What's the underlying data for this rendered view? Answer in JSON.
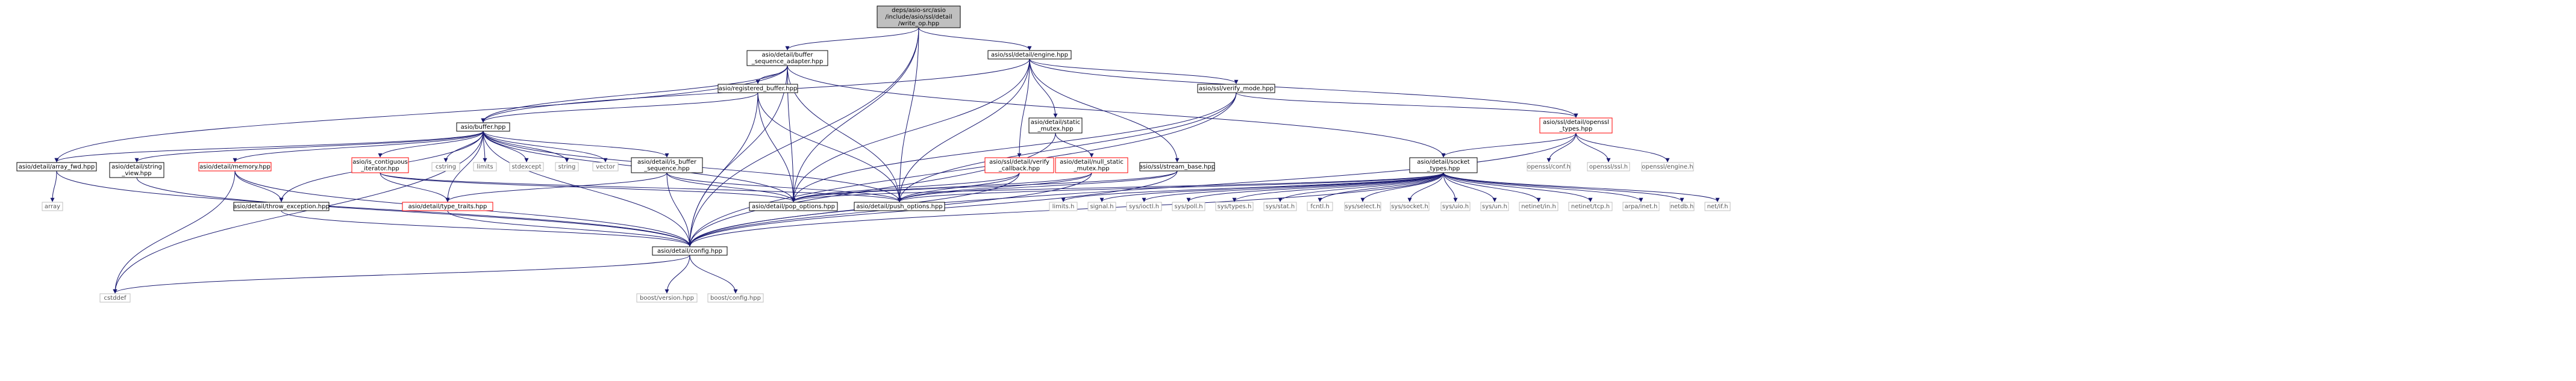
{
  "diagram": {
    "nodes": [
      {
        "id": "root",
        "lines": [
          "deps/asio-src/asio",
          "/include/asio/ssl/detail",
          "/write_op.hpp"
        ],
        "style": "root"
      },
      {
        "id": "buffer_sequence_adapter",
        "lines": [
          "asio/detail/buffer",
          "_sequence_adapter.hpp"
        ],
        "style": "normal"
      },
      {
        "id": "engine",
        "lines": [
          "asio/ssl/detail/engine.hpp"
        ],
        "style": "normal"
      },
      {
        "id": "registered_buffer",
        "lines": [
          "asio/registered_buffer.hpp"
        ],
        "style": "normal"
      },
      {
        "id": "verify_mode",
        "lines": [
          "asio/ssl/verify_mode.hpp"
        ],
        "style": "normal"
      },
      {
        "id": "buffer",
        "lines": [
          "asio/buffer.hpp"
        ],
        "style": "normal"
      },
      {
        "id": "static_mutex",
        "lines": [
          "asio/detail/static",
          "_mutex.hpp"
        ],
        "style": "normal"
      },
      {
        "id": "openssl_types",
        "lines": [
          "asio/ssl/detail/openssl",
          "_types.hpp"
        ],
        "style": "red"
      },
      {
        "id": "array_fwd",
        "lines": [
          "asio/detail/array_fwd.hpp"
        ],
        "style": "normal"
      },
      {
        "id": "string_view",
        "lines": [
          "asio/detail/string",
          "_view.hpp"
        ],
        "style": "normal"
      },
      {
        "id": "memory",
        "lines": [
          "asio/detail/memory.hpp"
        ],
        "style": "red"
      },
      {
        "id": "is_contiguous",
        "lines": [
          "asio/is_contiguous",
          "_iterator.hpp"
        ],
        "style": "red"
      },
      {
        "id": "cstring",
        "lines": [
          "cstring"
        ],
        "style": "gray"
      },
      {
        "id": "limits_a",
        "lines": [
          "limits"
        ],
        "style": "gray"
      },
      {
        "id": "stdexcept",
        "lines": [
          "stdexcept"
        ],
        "style": "gray"
      },
      {
        "id": "string",
        "lines": [
          "string"
        ],
        "style": "gray"
      },
      {
        "id": "vector",
        "lines": [
          "vector"
        ],
        "style": "gray"
      },
      {
        "id": "is_buffer_sequence",
        "lines": [
          "asio/detail/is_buffer",
          "_sequence.hpp"
        ],
        "style": "normal"
      },
      {
        "id": "verify_callback",
        "lines": [
          "asio/ssl/detail/verify",
          "_callback.hpp"
        ],
        "style": "red"
      },
      {
        "id": "null_static_mutex",
        "lines": [
          "asio/detail/null_static",
          "_mutex.hpp"
        ],
        "style": "red"
      },
      {
        "id": "stream_base",
        "lines": [
          "asio/ssl/stream_base.hpp"
        ],
        "style": "normal"
      },
      {
        "id": "socket_types",
        "lines": [
          "asio/detail/socket",
          "_types.hpp"
        ],
        "style": "normal"
      },
      {
        "id": "opensslconf",
        "lines": [
          "openssl/conf.h"
        ],
        "style": "gray"
      },
      {
        "id": "opensslssl",
        "lines": [
          "openssl/ssl.h"
        ],
        "style": "gray"
      },
      {
        "id": "opensslengine",
        "lines": [
          "openssl/engine.h"
        ],
        "style": "gray"
      },
      {
        "id": "array",
        "lines": [
          "array"
        ],
        "style": "gray"
      },
      {
        "id": "throw_exception",
        "lines": [
          "asio/detail/throw_exception.hpp"
        ],
        "style": "normal"
      },
      {
        "id": "type_traits",
        "lines": [
          "asio/detail/type_traits.hpp"
        ],
        "style": "red"
      },
      {
        "id": "pop_options",
        "lines": [
          "asio/detail/pop_options.hpp"
        ],
        "style": "normal"
      },
      {
        "id": "push_options",
        "lines": [
          "asio/detail/push_options.hpp"
        ],
        "style": "normal"
      },
      {
        "id": "limits_h",
        "lines": [
          "limits.h"
        ],
        "style": "gray"
      },
      {
        "id": "signal",
        "lines": [
          "signal.h"
        ],
        "style": "gray"
      },
      {
        "id": "sys_ioctl",
        "lines": [
          "sys/ioctl.h"
        ],
        "style": "gray"
      },
      {
        "id": "sys_poll",
        "lines": [
          "sys/poll.h"
        ],
        "style": "gray"
      },
      {
        "id": "sys_types",
        "lines": [
          "sys/types.h"
        ],
        "style": "gray"
      },
      {
        "id": "sys_stat",
        "lines": [
          "sys/stat.h"
        ],
        "style": "gray"
      },
      {
        "id": "fcntl",
        "lines": [
          "fcntl.h"
        ],
        "style": "gray"
      },
      {
        "id": "sys_select",
        "lines": [
          "sys/select.h"
        ],
        "style": "gray"
      },
      {
        "id": "sys_socket",
        "lines": [
          "sys/socket.h"
        ],
        "style": "gray"
      },
      {
        "id": "sys_uio",
        "lines": [
          "sys/uio.h"
        ],
        "style": "gray"
      },
      {
        "id": "sys_un",
        "lines": [
          "sys/un.h"
        ],
        "style": "gray"
      },
      {
        "id": "netinet_in",
        "lines": [
          "netinet/in.h"
        ],
        "style": "gray"
      },
      {
        "id": "netinet_tcp",
        "lines": [
          "netinet/tcp.h"
        ],
        "style": "gray"
      },
      {
        "id": "arpa_inet",
        "lines": [
          "arpa/inet.h"
        ],
        "style": "gray"
      },
      {
        "id": "netdb",
        "lines": [
          "netdb.h"
        ],
        "style": "gray"
      },
      {
        "id": "net_if",
        "lines": [
          "net/if.h"
        ],
        "style": "gray"
      },
      {
        "id": "config",
        "lines": [
          "asio/detail/config.hpp"
        ],
        "style": "normal"
      },
      {
        "id": "cstddef",
        "lines": [
          "cstddef"
        ],
        "style": "gray"
      },
      {
        "id": "boost_version",
        "lines": [
          "boost/version.hpp"
        ],
        "style": "gray"
      },
      {
        "id": "boost_config",
        "lines": [
          "boost/config.hpp"
        ],
        "style": "gray"
      }
    ],
    "edges": [
      [
        "root",
        "buffer_sequence_adapter"
      ],
      [
        "root",
        "engine"
      ],
      [
        "root",
        "pop_options"
      ],
      [
        "root",
        "push_options"
      ],
      [
        "root",
        "config"
      ],
      [
        "buffer_sequence_adapter",
        "registered_buffer"
      ],
      [
        "buffer_sequence_adapter",
        "buffer"
      ],
      [
        "buffer_sequence_adapter",
        "array_fwd"
      ],
      [
        "buffer_sequence_adapter",
        "pop_options"
      ],
      [
        "buffer_sequence_adapter",
        "push_options"
      ],
      [
        "buffer_sequence_adapter",
        "socket_types"
      ],
      [
        "buffer_sequence_adapter",
        "config"
      ],
      [
        "engine",
        "buffer"
      ],
      [
        "engine",
        "verify_mode"
      ],
      [
        "engine",
        "static_mutex"
      ],
      [
        "engine",
        "openssl_types"
      ],
      [
        "engine",
        "verify_callback"
      ],
      [
        "engine",
        "stream_base"
      ],
      [
        "engine",
        "pop_options"
      ],
      [
        "engine",
        "push_options"
      ],
      [
        "registered_buffer",
        "buffer"
      ],
      [
        "registered_buffer",
        "pop_options"
      ],
      [
        "registered_buffer",
        "push_options"
      ],
      [
        "registered_buffer",
        "config"
      ],
      [
        "verify_mode",
        "openssl_types"
      ],
      [
        "verify_mode",
        "pop_options"
      ],
      [
        "verify_mode",
        "push_options"
      ],
      [
        "verify_mode",
        "config"
      ],
      [
        "buffer",
        "array_fwd"
      ],
      [
        "buffer",
        "string_view"
      ],
      [
        "buffer",
        "memory"
      ],
      [
        "buffer",
        "is_contiguous"
      ],
      [
        "buffer",
        "cstring"
      ],
      [
        "buffer",
        "limits_a"
      ],
      [
        "buffer",
        "stdexcept"
      ],
      [
        "buffer",
        "string"
      ],
      [
        "buffer",
        "vector"
      ],
      [
        "buffer",
        "is_buffer_sequence"
      ],
      [
        "buffer",
        "throw_exception"
      ],
      [
        "buffer",
        "type_traits"
      ],
      [
        "buffer",
        "pop_options"
      ],
      [
        "buffer",
        "push_options"
      ],
      [
        "buffer",
        "config"
      ],
      [
        "buffer",
        "cstddef"
      ],
      [
        "static_mutex",
        "null_static_mutex"
      ],
      [
        "static_mutex",
        "config"
      ],
      [
        "openssl_types",
        "socket_types"
      ],
      [
        "openssl_types",
        "opensslconf"
      ],
      [
        "openssl_types",
        "opensslssl"
      ],
      [
        "openssl_types",
        "opensslengine"
      ],
      [
        "openssl_types",
        "config"
      ],
      [
        "array_fwd",
        "array"
      ],
      [
        "array_fwd",
        "config"
      ],
      [
        "string_view",
        "config"
      ],
      [
        "memory",
        "throw_exception"
      ],
      [
        "memory",
        "config"
      ],
      [
        "memory",
        "cstddef"
      ],
      [
        "is_contiguous",
        "type_traits"
      ],
      [
        "is_contiguous",
        "push_options"
      ],
      [
        "is_contiguous",
        "pop_options"
      ],
      [
        "is_buffer_sequence",
        "type_traits"
      ],
      [
        "is_buffer_sequence",
        "push_options"
      ],
      [
        "is_buffer_sequence",
        "pop_options"
      ],
      [
        "is_buffer_sequence",
        "config"
      ],
      [
        "verify_callback",
        "pop_options"
      ],
      [
        "verify_callback",
        "push_options"
      ],
      [
        "verify_callback",
        "config"
      ],
      [
        "null_static_mutex",
        "pop_options"
      ],
      [
        "null_static_mutex",
        "push_options"
      ],
      [
        "null_static_mutex",
        "config"
      ],
      [
        "stream_base",
        "pop_options"
      ],
      [
        "stream_base",
        "push_options"
      ],
      [
        "stream_base",
        "config"
      ],
      [
        "socket_types",
        "pop_options"
      ],
      [
        "socket_types",
        "push_options"
      ],
      [
        "socket_types",
        "config"
      ],
      [
        "socket_types",
        "limits_h"
      ],
      [
        "socket_types",
        "signal"
      ],
      [
        "socket_types",
        "sys_ioctl"
      ],
      [
        "socket_types",
        "sys_poll"
      ],
      [
        "socket_types",
        "sys_types"
      ],
      [
        "socket_types",
        "sys_stat"
      ],
      [
        "socket_types",
        "fcntl"
      ],
      [
        "socket_types",
        "sys_select"
      ],
      [
        "socket_types",
        "sys_socket"
      ],
      [
        "socket_types",
        "sys_uio"
      ],
      [
        "socket_types",
        "sys_un"
      ],
      [
        "socket_types",
        "netinet_in"
      ],
      [
        "socket_types",
        "netinet_tcp"
      ],
      [
        "socket_types",
        "arpa_inet"
      ],
      [
        "socket_types",
        "netdb"
      ],
      [
        "socket_types",
        "net_if"
      ],
      [
        "throw_exception",
        "config"
      ],
      [
        "type_traits",
        "config"
      ],
      [
        "config",
        "cstddef"
      ],
      [
        "config",
        "boost_version"
      ],
      [
        "config",
        "boost_config"
      ]
    ],
    "colors": {
      "edge": "#191970",
      "normal_border": "#000000",
      "root_fill": "#bfbfbf",
      "red_border": "#ff0000",
      "gray_border": "#bfbfbf",
      "gray_text": "#555555"
    }
  }
}
